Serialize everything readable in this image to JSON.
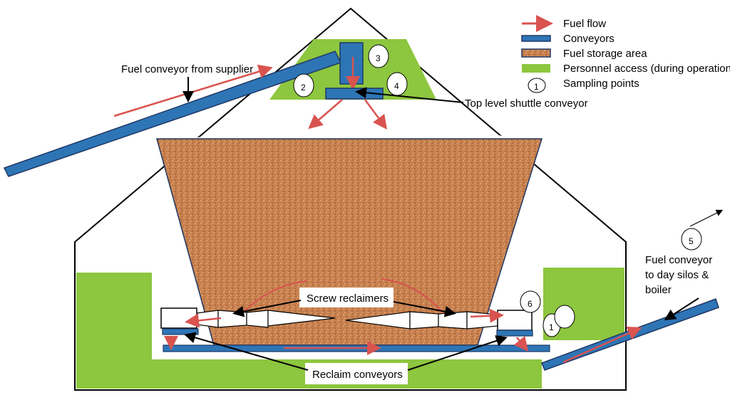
{
  "legend": {
    "fuel_flow": "Fuel flow",
    "conveyors": "Conveyors",
    "fuel_storage_area": "Fuel storage area",
    "personnel_access": "Personnel access (during operation)",
    "sampling_points": "Sampling points",
    "sampling_symbol": "1"
  },
  "labels": {
    "fuel_conveyor_from_supplier": "Fuel conveyor from supplier",
    "top_level_shuttle_conveyor": "Top level shuttle conveyor",
    "screw_reclaimers": "Screw reclaimers",
    "reclaim_conveyors": "Reclaim conveyors",
    "fuel_conveyor_to_day_silos_line1": "Fuel conveyor",
    "fuel_conveyor_to_day_silos_line2": "to day silos &",
    "fuel_conveyor_to_day_silos_line3": "boiler"
  },
  "sampling_points": {
    "p1": "1",
    "p2": "2",
    "p3": "3",
    "p4": "4",
    "p5": "5",
    "p6": "6"
  },
  "colors": {
    "fuel_flow": "#d9534f",
    "conveyor": "#2e75b6",
    "conveyor_stroke": "#1f3864",
    "storage": "#c8814f",
    "personnel_access": "#8dc63f",
    "outline": "#000000"
  }
}
